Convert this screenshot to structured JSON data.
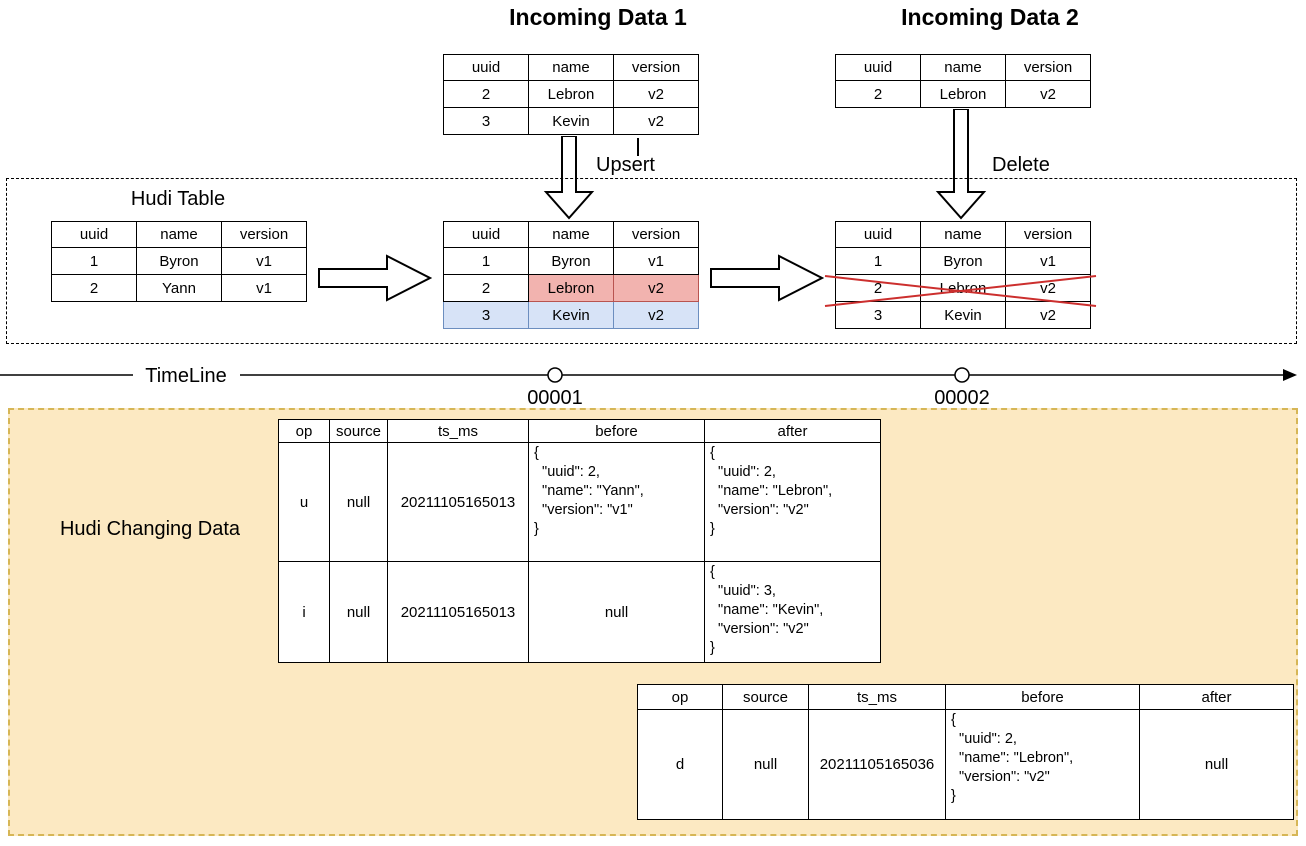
{
  "colors": {
    "updated_cell_fill": "#F2B3AF",
    "updated_cell_border": "#B85450",
    "inserted_row_fill": "#D7E3F7",
    "inserted_row_border": "#6C8EBF",
    "delete_cross": "#CC2F2E",
    "changing_box_fill": "#FCE9C2",
    "changing_box_border": "#D6B656"
  },
  "incoming1": {
    "title": "Incoming Data 1",
    "headers": [
      "uuid",
      "name",
      "version"
    ],
    "rows": [
      {
        "cells": [
          "2",
          "Lebron",
          "v2"
        ]
      },
      {
        "cells": [
          "3",
          "Kevin",
          "v2"
        ]
      }
    ]
  },
  "incoming2": {
    "title": "Incoming Data 2",
    "headers": [
      "uuid",
      "name",
      "version"
    ],
    "rows": [
      {
        "cells": [
          "2",
          "Lebron",
          "v2"
        ]
      }
    ]
  },
  "operations": {
    "upsert": "Upsert",
    "delete": "Delete"
  },
  "hudi_table_box": {
    "label": "Hudi Table"
  },
  "hudi_initial": {
    "headers": [
      "uuid",
      "name",
      "version"
    ],
    "rows": [
      {
        "cells": [
          "1",
          "Byron",
          "v1"
        ]
      },
      {
        "cells": [
          "2",
          "Yann",
          "v1"
        ]
      }
    ]
  },
  "hudi_after_upsert": {
    "headers": [
      "uuid",
      "name",
      "version"
    ],
    "rows": [
      {
        "cells": [
          "1",
          "Byron",
          "v1"
        ]
      },
      {
        "cells": [
          "2",
          "Lebron",
          "v2"
        ],
        "cellClasses": [
          "",
          "updated",
          "updated"
        ]
      },
      {
        "cells": [
          "3",
          "Kevin",
          "v2"
        ],
        "rowClass": "inserted"
      }
    ]
  },
  "hudi_after_delete": {
    "headers": [
      "uuid",
      "name",
      "version"
    ],
    "rows": [
      {
        "cells": [
          "1",
          "Byron",
          "v1"
        ]
      },
      {
        "cells": [
          "2",
          "Lebron",
          "v2"
        ],
        "deleted": true
      },
      {
        "cells": [
          "3",
          "Kevin",
          "v2"
        ]
      }
    ]
  },
  "timeline": {
    "label": "TimeLine",
    "commits": [
      {
        "id": "00001"
      },
      {
        "id": "00002"
      }
    ]
  },
  "changing_data": {
    "label": "Hudi Changing Data",
    "cdc1": {
      "headers": [
        "op",
        "source",
        "ts_ms",
        "before",
        "after"
      ],
      "rows": [
        {
          "cells": [
            "u",
            "null",
            "20211105165013",
            {
              "text": "{\n  \"uuid\": 2,\n  \"name\": \"Yann\",\n  \"version\": \"v1\"\n}",
              "pre": true
            },
            {
              "text": "{\n  \"uuid\": 2,\n  \"name\": \"Lebron\",\n  \"version\": \"v2\"\n}",
              "pre": true
            }
          ]
        },
        {
          "cells": [
            "i",
            "null",
            "20211105165013",
            "null",
            {
              "text": "{\n  \"uuid\": 3,\n  \"name\": \"Kevin\",\n  \"version\": \"v2\"\n}",
              "pre": true
            }
          ]
        }
      ]
    },
    "cdc2": {
      "headers": [
        "op",
        "source",
        "ts_ms",
        "before",
        "after"
      ],
      "rows": [
        {
          "cells": [
            "d",
            "null",
            "20211105165036",
            {
              "text": "{\n  \"uuid\": 2,\n  \"name\": \"Lebron\",\n  \"version\": \"v2\"\n}",
              "pre": true
            },
            "null"
          ]
        }
      ]
    }
  }
}
